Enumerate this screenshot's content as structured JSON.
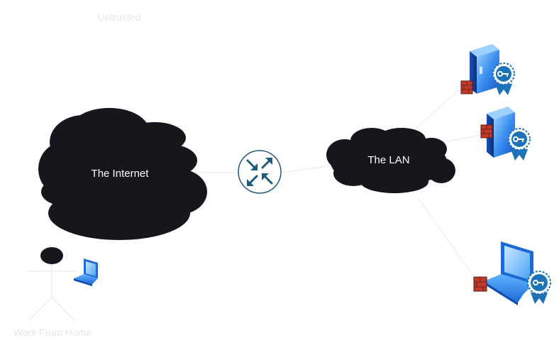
{
  "zone_label": "Untrusted",
  "internet_cloud": {
    "label": "The Internet"
  },
  "lan_cloud": {
    "label": "The LAN"
  },
  "remote_user": {
    "label": "Work From Home"
  },
  "colors": {
    "cloud": "#18161c",
    "link_line": "#e6e6e6",
    "router_ring": "#1f5b7a",
    "router_arrow": "#1f5b7a",
    "device_blue": "#2f7fe0",
    "device_light": "#7ec3ff",
    "firewall_red": "#c0392b",
    "cert_blue": "#1e73b8"
  },
  "icons": [
    "router-icon",
    "server-icon",
    "laptop-icon",
    "firewall-icon",
    "certificate-icon",
    "user-icon"
  ]
}
